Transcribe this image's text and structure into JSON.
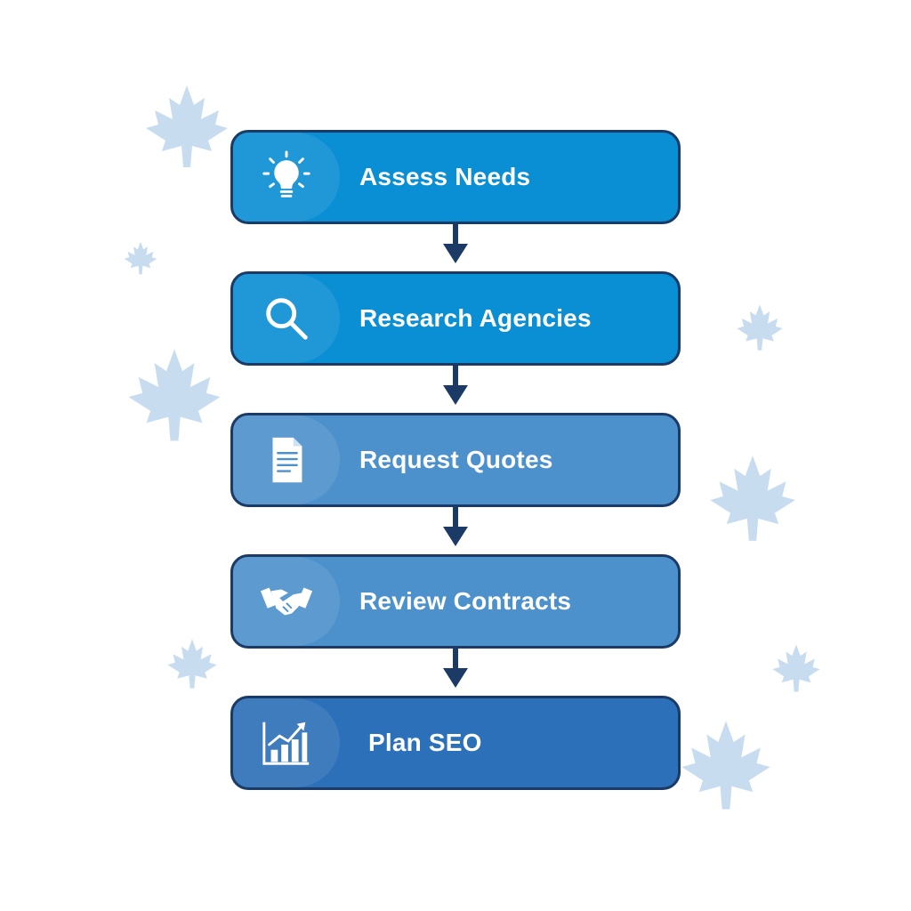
{
  "steps": [
    {
      "label": "Assess Needs",
      "icon": "lightbulb-icon",
      "color": "#0a8ed4"
    },
    {
      "label": "Research Agencies",
      "icon": "magnifier-icon",
      "color": "#0a8ed4"
    },
    {
      "label": "Request Quotes",
      "icon": "document-icon",
      "color": "#4d91cc"
    },
    {
      "label": "Review Contracts",
      "icon": "handshake-icon",
      "color": "#4d91cc"
    },
    {
      "label": "Plan SEO",
      "icon": "growth-chart-icon",
      "color": "#2b70b8"
    }
  ],
  "decoration": {
    "background_motif": "maple-leaf-icon",
    "leaf_color": "#c8dcf0",
    "arrow_color": "#1b3a66"
  }
}
